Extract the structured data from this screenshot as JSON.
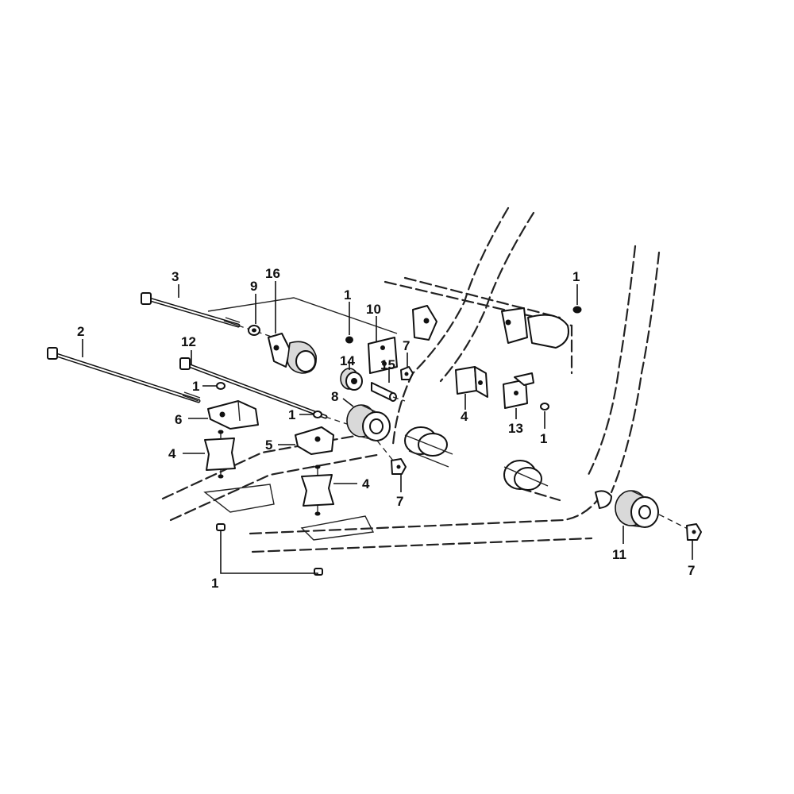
{
  "labels": {
    "l1_top_right": "1",
    "l1_mid": "1",
    "l1_left_washer": "1",
    "l1_center_washer": "1",
    "l1_right_bolt": "1",
    "l1_bottom": "1",
    "l2": "2",
    "l3": "3",
    "l4_left": "4",
    "l4_right_mount": "4",
    "l4_center": "4",
    "l5": "5",
    "l6": "6",
    "l7_top": "7",
    "l7_mid": "7",
    "l7_right": "7",
    "l8": "8",
    "l9": "9",
    "l10": "10",
    "l11": "11",
    "l12": "12",
    "l13": "13",
    "l14": "14",
    "l15": "15",
    "l16": "16"
  }
}
